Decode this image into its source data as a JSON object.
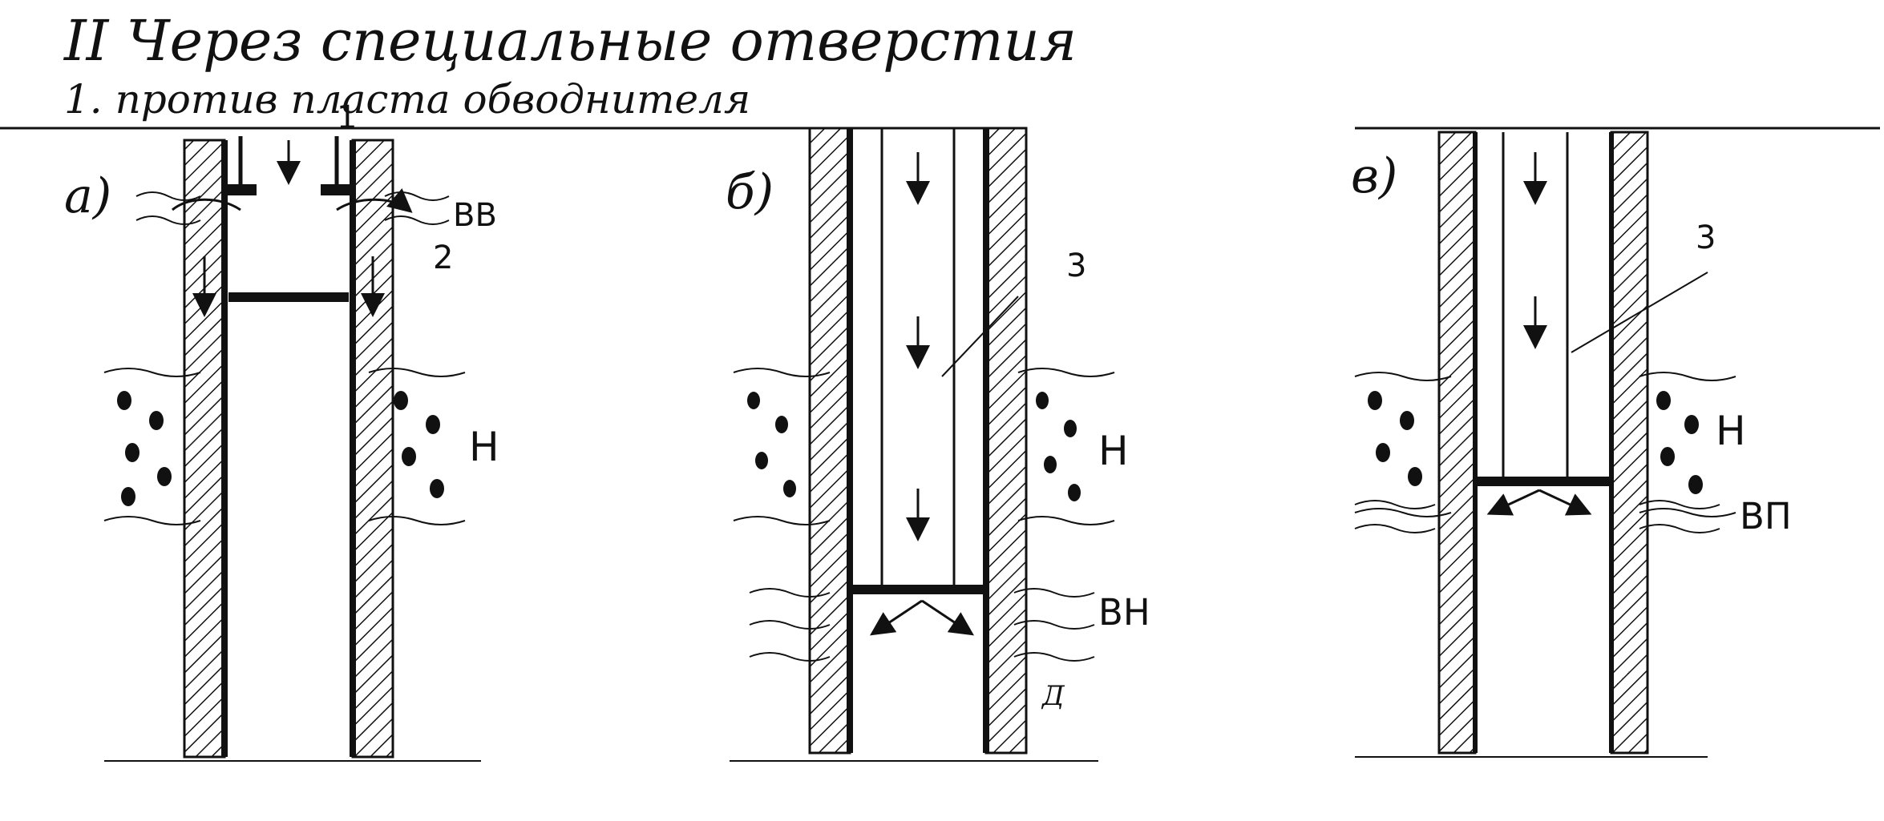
{
  "heading": {
    "line1": "II Через специальные отверстия",
    "line2": "1. против пласта обводнителя"
  },
  "panels": [
    {
      "letter": "а)",
      "numbers": [
        "1",
        "2"
      ],
      "layer_labels": [
        "ВВ",
        "Н"
      ]
    },
    {
      "letter": "б)",
      "numbers": [
        "3"
      ],
      "layer_labels": [
        "Н",
        "ВН",
        "Д"
      ]
    },
    {
      "letter": "в)",
      "numbers": [
        "3"
      ],
      "layer_labels": [
        "Н",
        "ВП"
      ]
    }
  ],
  "colors": {
    "ink": "#111111",
    "paper": "#ffffff"
  }
}
